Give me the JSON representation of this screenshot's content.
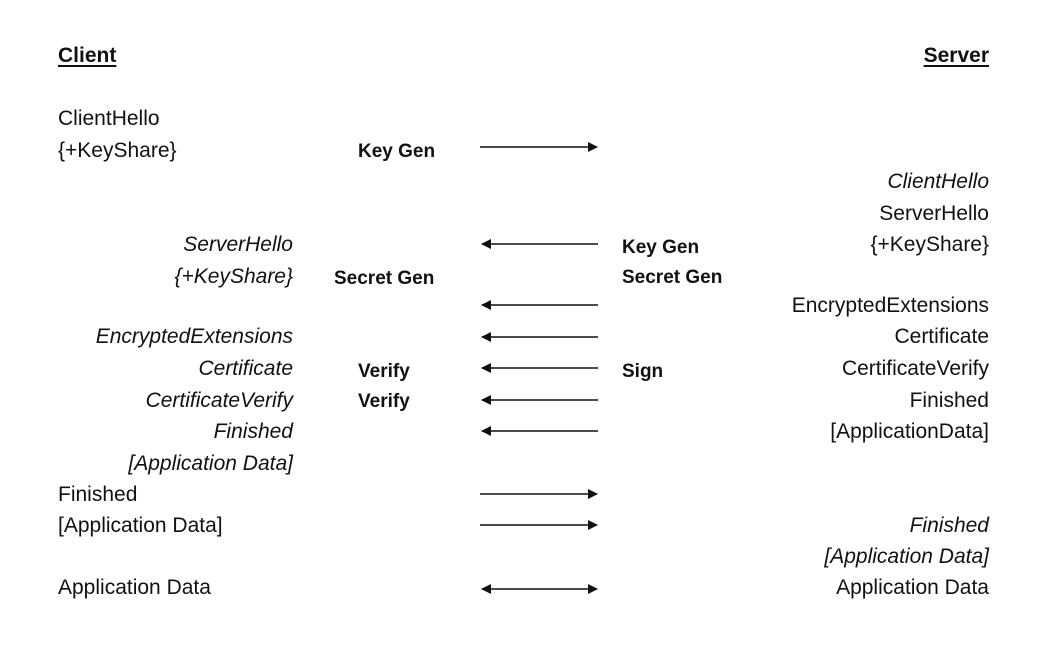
{
  "headers": {
    "client": "Client",
    "server": "Server"
  },
  "client": {
    "client_hello": "ClientHello",
    "client_keyshare": "{+KeyShare}",
    "server_hello": "ServerHello",
    "server_keyshare": "{+KeyShare}",
    "encrypted_extensions": "EncryptedExtensions",
    "certificate": "Certificate",
    "certificate_verify": "CertificateVerify",
    "finished_recv": "Finished",
    "app_data_recv": "[Application Data]",
    "finished_send": "Finished",
    "app_data_send": "[Application Data]",
    "application_data": "Application Data"
  },
  "server": {
    "client_hello_recv": "ClientHello",
    "server_hello": "ServerHello",
    "keyshare": "{+KeyShare}",
    "encrypted_extensions": "EncryptedExtensions",
    "certificate": "Certificate",
    "certificate_verify": "CertificateVerify",
    "finished": "Finished",
    "application_data_bracket": "[ApplicationData]",
    "finished_recv": "Finished",
    "app_data_recv": "[Application Data]",
    "application_data": "Application Data"
  },
  "operations": {
    "client_key_gen": "Key Gen",
    "server_key_gen": "Key Gen",
    "client_secret_gen": "Secret Gen",
    "server_secret_gen": "Secret Gen",
    "client_verify_1": "Verify",
    "client_verify_2": "Verify",
    "server_sign": "Sign"
  }
}
